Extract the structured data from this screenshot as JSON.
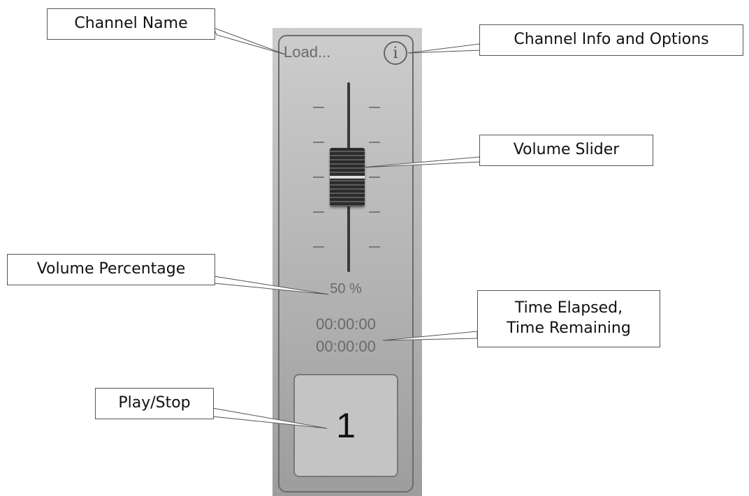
{
  "channel": {
    "name": "Load...",
    "info_icon": "info-icon",
    "info_glyph": "i",
    "volume_value": 0.5,
    "volume_text": "50 %",
    "time_elapsed": "00:00:00",
    "time_remaining": "00:00:00",
    "play_label": "1"
  },
  "callouts": {
    "channel_name": "Channel Name",
    "info": "Channel Info and Options",
    "volume_slider": "Volume Slider",
    "volume_percentage": "Volume Percentage",
    "time_line1": "Time Elapsed,",
    "time_line2": "Time Remaining",
    "play_stop": "Play/Stop"
  },
  "colors": {
    "strip_top": "#cdcdcd",
    "strip_bottom": "#9d9d9d",
    "border": "#6b6b6b"
  }
}
